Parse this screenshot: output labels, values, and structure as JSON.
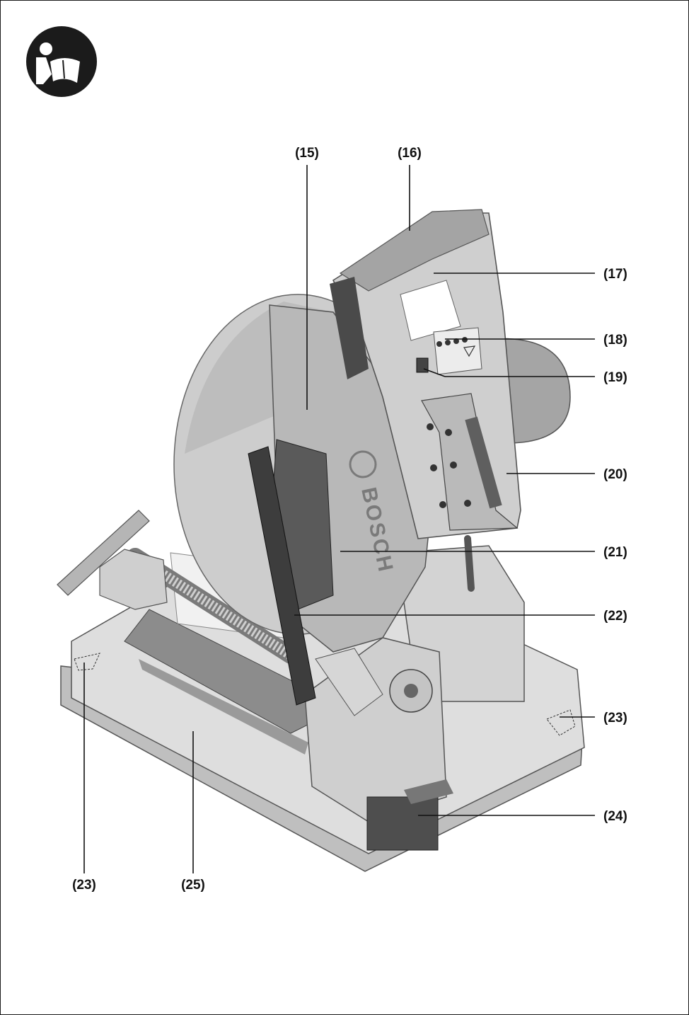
{
  "manual_icon": "read-manual-icon",
  "brand_on_tool": "BOSCH",
  "callouts": [
    {
      "id": "15",
      "label": "(15)"
    },
    {
      "id": "16",
      "label": "(16)"
    },
    {
      "id": "17",
      "label": "(17)"
    },
    {
      "id": "18",
      "label": "(18)"
    },
    {
      "id": "19",
      "label": "(19)"
    },
    {
      "id": "20",
      "label": "(20)"
    },
    {
      "id": "21",
      "label": "(21)"
    },
    {
      "id": "22",
      "label": "(22)"
    },
    {
      "id": "23a",
      "label": "(23)"
    },
    {
      "id": "23b",
      "label": "(23)"
    },
    {
      "id": "24",
      "label": "(24)"
    },
    {
      "id": "25",
      "label": "(25)"
    }
  ],
  "colors": {
    "ink": "#111111",
    "tool_light": "#d9d9d9",
    "tool_mid": "#a8a8a8",
    "tool_dark": "#4a4a4a"
  }
}
